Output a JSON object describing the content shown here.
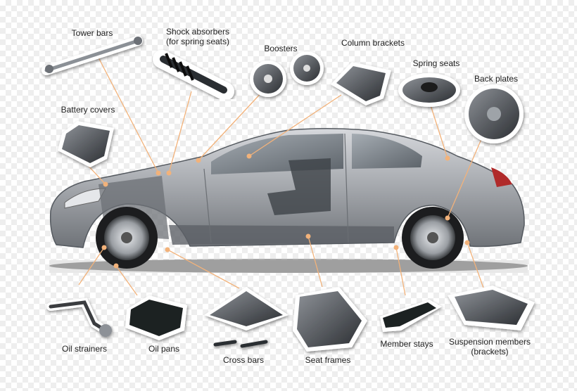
{
  "accent_color": "#f2b27a",
  "car_color": "#a8abb0",
  "parts": [
    {
      "id": "tower-bars",
      "lines": [
        "Tower bars"
      ]
    },
    {
      "id": "shock-absorbers",
      "lines": [
        "Shock absorbers",
        "(for spring seats)"
      ]
    },
    {
      "id": "boosters",
      "lines": [
        "Boosters"
      ]
    },
    {
      "id": "column-brackets",
      "lines": [
        "Column brackets"
      ]
    },
    {
      "id": "spring-seats",
      "lines": [
        "Spring seats"
      ]
    },
    {
      "id": "back-plates",
      "lines": [
        "Back plates"
      ]
    },
    {
      "id": "battery-covers",
      "lines": [
        "Battery covers"
      ]
    },
    {
      "id": "oil-strainers",
      "lines": [
        "Oil strainers"
      ]
    },
    {
      "id": "oil-pans",
      "lines": [
        "Oil pans"
      ]
    },
    {
      "id": "cross-bars",
      "lines": [
        "Cross bars"
      ]
    },
    {
      "id": "seat-frames",
      "lines": [
        "Seat frames"
      ]
    },
    {
      "id": "member-stays",
      "lines": [
        "Member stays"
      ]
    },
    {
      "id": "suspension-members",
      "lines": [
        "Suspension members",
        "(brackets)"
      ]
    }
  ]
}
